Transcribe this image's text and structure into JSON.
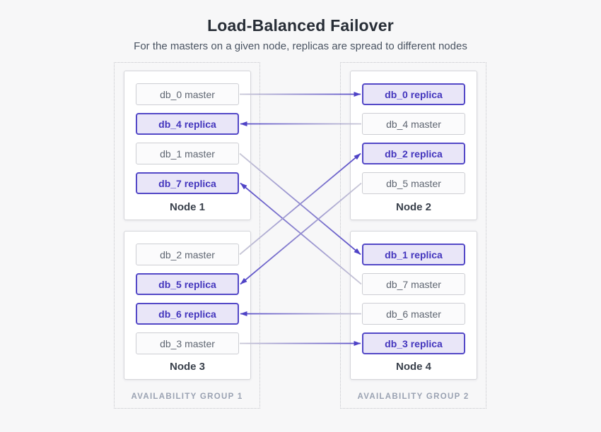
{
  "header": {
    "title": "Load-Balanced Failover",
    "subtitle": "For the masters on a given node, replicas are spread to different nodes"
  },
  "groups": [
    {
      "label": "AVAILABILITY GROUP 1",
      "nodes": [
        {
          "label": "Node 1",
          "items": [
            {
              "id": "db_0_master",
              "label": "db_0 master",
              "type": "master"
            },
            {
              "id": "db_4_replica",
              "label": "db_4 replica",
              "type": "replica"
            },
            {
              "id": "db_1_master",
              "label": "db_1 master",
              "type": "master"
            },
            {
              "id": "db_7_replica",
              "label": "db_7 replica",
              "type": "replica"
            }
          ]
        },
        {
          "label": "Node 3",
          "items": [
            {
              "id": "db_2_master",
              "label": "db_2 master",
              "type": "master"
            },
            {
              "id": "db_5_replica",
              "label": "db_5 replica",
              "type": "replica"
            },
            {
              "id": "db_6_replica",
              "label": "db_6 replica",
              "type": "replica"
            },
            {
              "id": "db_3_master",
              "label": "db_3 master",
              "type": "master"
            }
          ]
        }
      ]
    },
    {
      "label": "AVAILABILITY GROUP 2",
      "nodes": [
        {
          "label": "Node 2",
          "items": [
            {
              "id": "db_0_replica",
              "label": "db_0 replica",
              "type": "replica"
            },
            {
              "id": "db_4_master",
              "label": "db_4 master",
              "type": "master"
            },
            {
              "id": "db_2_replica",
              "label": "db_2 replica",
              "type": "replica"
            },
            {
              "id": "db_5_master",
              "label": "db_5 master",
              "type": "master"
            }
          ]
        },
        {
          "label": "Node 4",
          "items": [
            {
              "id": "db_1_replica",
              "label": "db_1 replica",
              "type": "replica"
            },
            {
              "id": "db_7_master",
              "label": "db_7 master",
              "type": "master"
            },
            {
              "id": "db_6_master",
              "label": "db_6 master",
              "type": "master"
            },
            {
              "id": "db_3_replica",
              "label": "db_3 replica",
              "type": "replica"
            }
          ]
        }
      ]
    }
  ],
  "connections": [
    {
      "from": "db_0_master",
      "to": "db_0_replica"
    },
    {
      "from": "db_4_master",
      "to": "db_4_replica"
    },
    {
      "from": "db_1_master",
      "to": "db_1_replica"
    },
    {
      "from": "db_7_master",
      "to": "db_7_replica"
    },
    {
      "from": "db_2_master",
      "to": "db_2_replica"
    },
    {
      "from": "db_5_master",
      "to": "db_5_replica"
    },
    {
      "from": "db_6_master",
      "to": "db_6_replica"
    },
    {
      "from": "db_3_master",
      "to": "db_3_replica"
    }
  ],
  "colors": {
    "background": "#f7f7f8",
    "accent_purple": "#4f43c6",
    "replica_bg": "#e9e6f8",
    "replica_border": "#5348c7",
    "replica_text": "#4335bd",
    "master_border": "#cdced3",
    "master_text": "#5e6571",
    "line_start_gray": "#c9c8d6",
    "line_end_purple": "#584cc9",
    "group_label_text": "#9aa2b2"
  }
}
